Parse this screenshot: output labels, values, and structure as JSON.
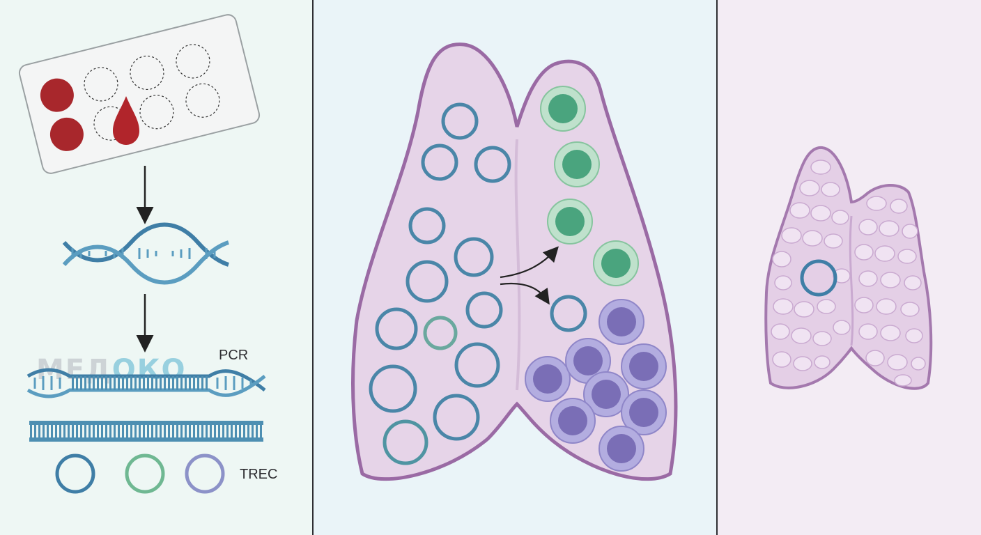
{
  "labels": {
    "pcr": "PCR",
    "trec": "TREC"
  },
  "watermark": {
    "part1": "МЕД",
    "part2": "ОКО"
  },
  "colors": {
    "blood": "#a8272c",
    "trec_blue": "#4a86a8",
    "trec_green": "#6fb892",
    "trec_purple": "#8c92c8",
    "mature_green": "#4aa47e",
    "mature_purple": "#7a6eb6",
    "thymus_fill": "#e6d4e8",
    "thymus_outline": "#9a6aa4"
  }
}
